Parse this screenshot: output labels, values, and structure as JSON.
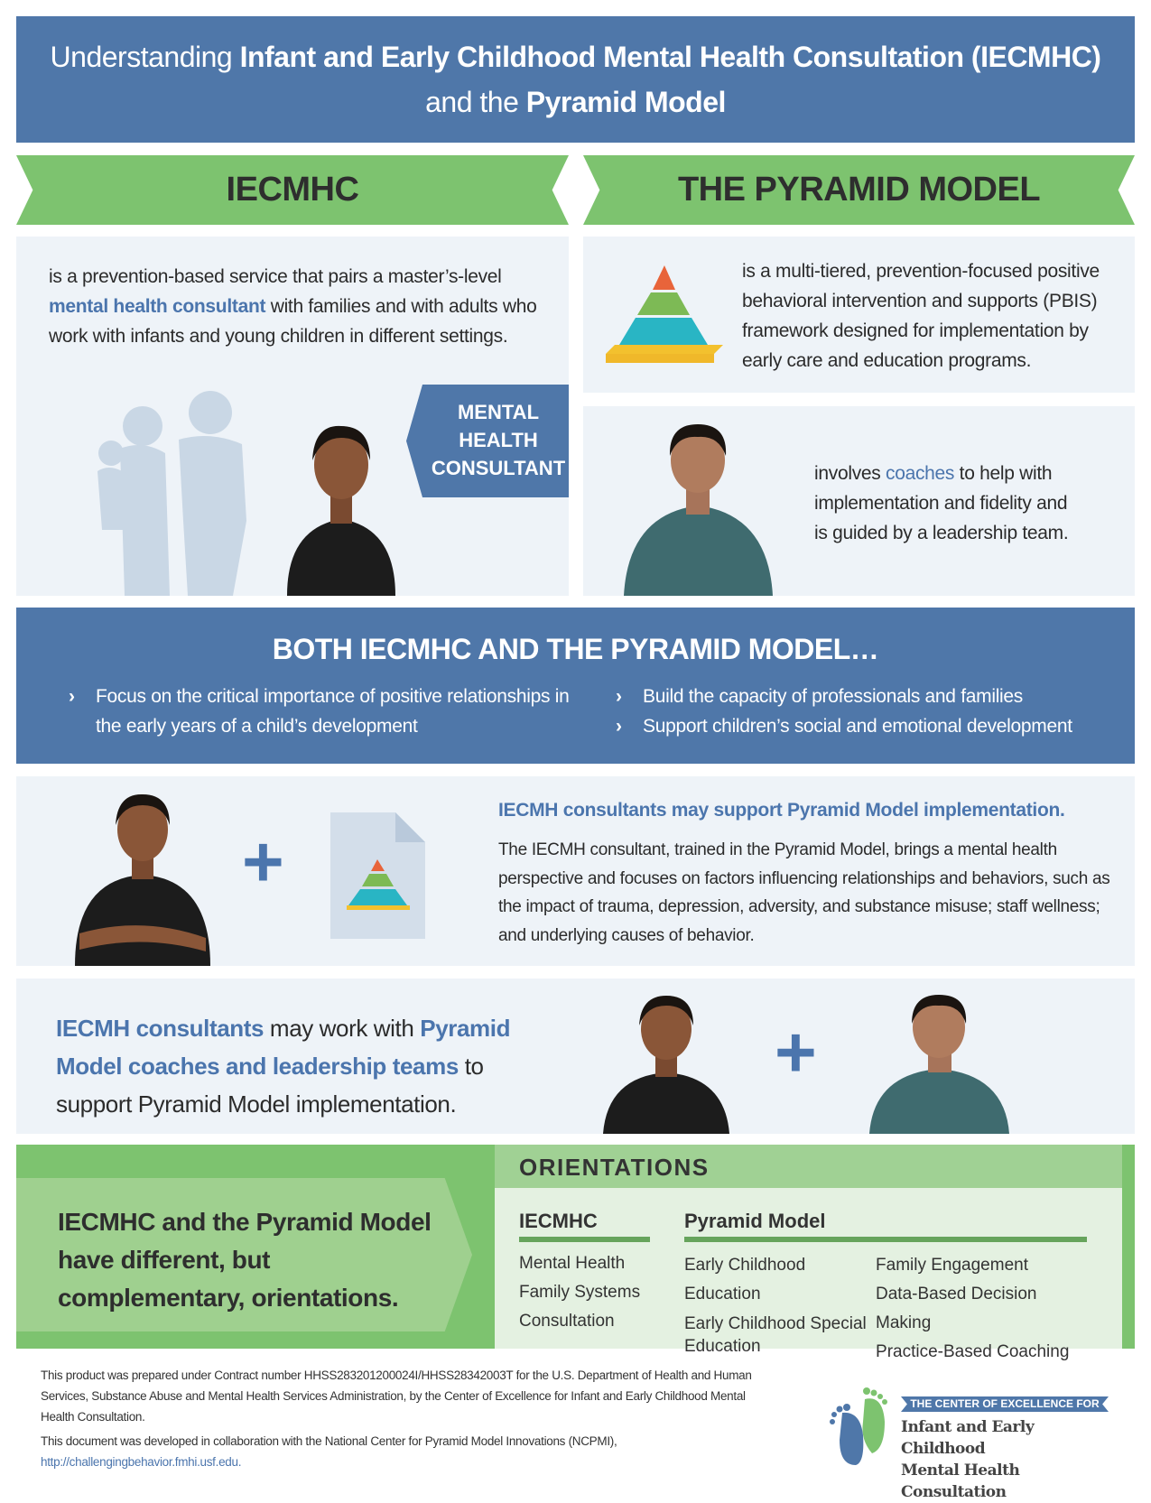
{
  "header": {
    "pre1": "Understanding ",
    "bold1": "Infant and Early Childhood Mental Health Consultation (IECMHC)",
    "pre2": "and the ",
    "bold2": "Pyramid Model"
  },
  "banners": {
    "left": "IECMHC",
    "right": "THE PYRAMID MODEL"
  },
  "iecmhc": {
    "text1": "is a prevention-based service that pairs a master’s-level ",
    "highlight": "mental health consultant",
    "text2": " with families and with adults who work with infants and young children in different settings.",
    "consultant_tag": "MENTAL HEALTH CONSULTANT"
  },
  "pyramid": {
    "text": "is a multi-tiered, prevention-focused positive behavioral intervention and supports (PBIS) framework designed for implementation by early care and education programs.",
    "coach_pre": "involves ",
    "coach_highlight": "coaches",
    "coach_post": " to help with implementation and fidelity and is guided by a leadership team."
  },
  "both": {
    "title": "BOTH IECMHC AND THE PYRAMID MODEL…",
    "chevron": "›",
    "items": [
      "Focus on the critical importance of positive relationships in the early years of a child’s development",
      "Build the capacity of professionals and families",
      "Support children’s social and emotional development"
    ]
  },
  "support": {
    "title": "IECMH consultants may support Pyramid Model implementation.",
    "body": "The IECMH consultant, trained in the Pyramid Model, brings a mental health perspective and focuses on factors influencing relationships and behaviors, such as the impact of trauma, depression, adversity, and substance misuse; staff wellness; and underlying causes of behavior.",
    "plus": "+"
  },
  "work": {
    "h1": "IECMH consultants",
    "t1": " may work with ",
    "h2": "Pyramid Model coaches and leadership teams",
    "t2": " to support Pyramid Model implementation.",
    "plus": "+"
  },
  "orientations": {
    "statement": "IECMHC and the Pyramid Model have different, but complementary, orientations.",
    "title": "ORIENTATIONS",
    "iecmhc_head": "IECMHC",
    "iecmhc_items": [
      "Mental Health",
      "Family Systems",
      "Consultation"
    ],
    "pm_head": "Pyramid Model",
    "pm_col1": [
      "Early Childhood Education",
      "Early Childhood Special Education"
    ],
    "pm_col2": [
      "Family Engagement",
      "Data-Based Decision Making",
      "Practice-Based Coaching"
    ]
  },
  "footer": {
    "p1": "This product was prepared under Contract number HHSS283201200024I/HHSS28342003T for the U.S. Department of Health and Human Services, Substance Abuse and Mental Health Services Administration, by the Center of Excellence for Infant and Early Childhood Mental Health Consultation.",
    "p2": "This document was developed in collaboration with the National Center for Pyramid Model Innovations (NCPMI),",
    "link": "http://challengingbehavior.fmhi.usf.edu.",
    "logo_banner": "THE CENTER OF EXCELLENCE FOR",
    "logo_line1": "Infant and Early Childhood",
    "logo_line2": "Mental Health Consultation"
  },
  "colors": {
    "blue": "#4f77a9",
    "green": "#7dc36f",
    "panel": "#eef3f8"
  }
}
